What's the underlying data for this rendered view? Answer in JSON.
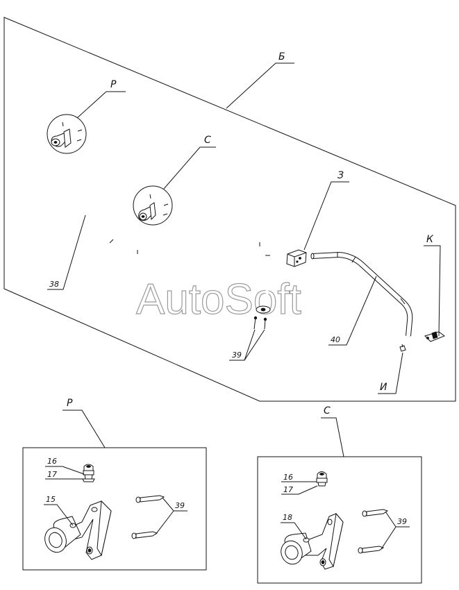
{
  "watermark": "AutoSoft",
  "labels": {
    "view_b": "Б",
    "view_p": "Р",
    "view_c": "С",
    "item_z": "З",
    "item_k": "К",
    "item_i": "И",
    "p38": "38",
    "p39_main": "39",
    "p40": "40",
    "detail_p_title": "Р",
    "detail_c_title": "С",
    "dp_16": "16",
    "dp_17": "17",
    "dp_15": "15",
    "dp_39": "39",
    "dc_16": "16",
    "dc_17": "17",
    "dc_18": "18",
    "dc_39": "39"
  }
}
